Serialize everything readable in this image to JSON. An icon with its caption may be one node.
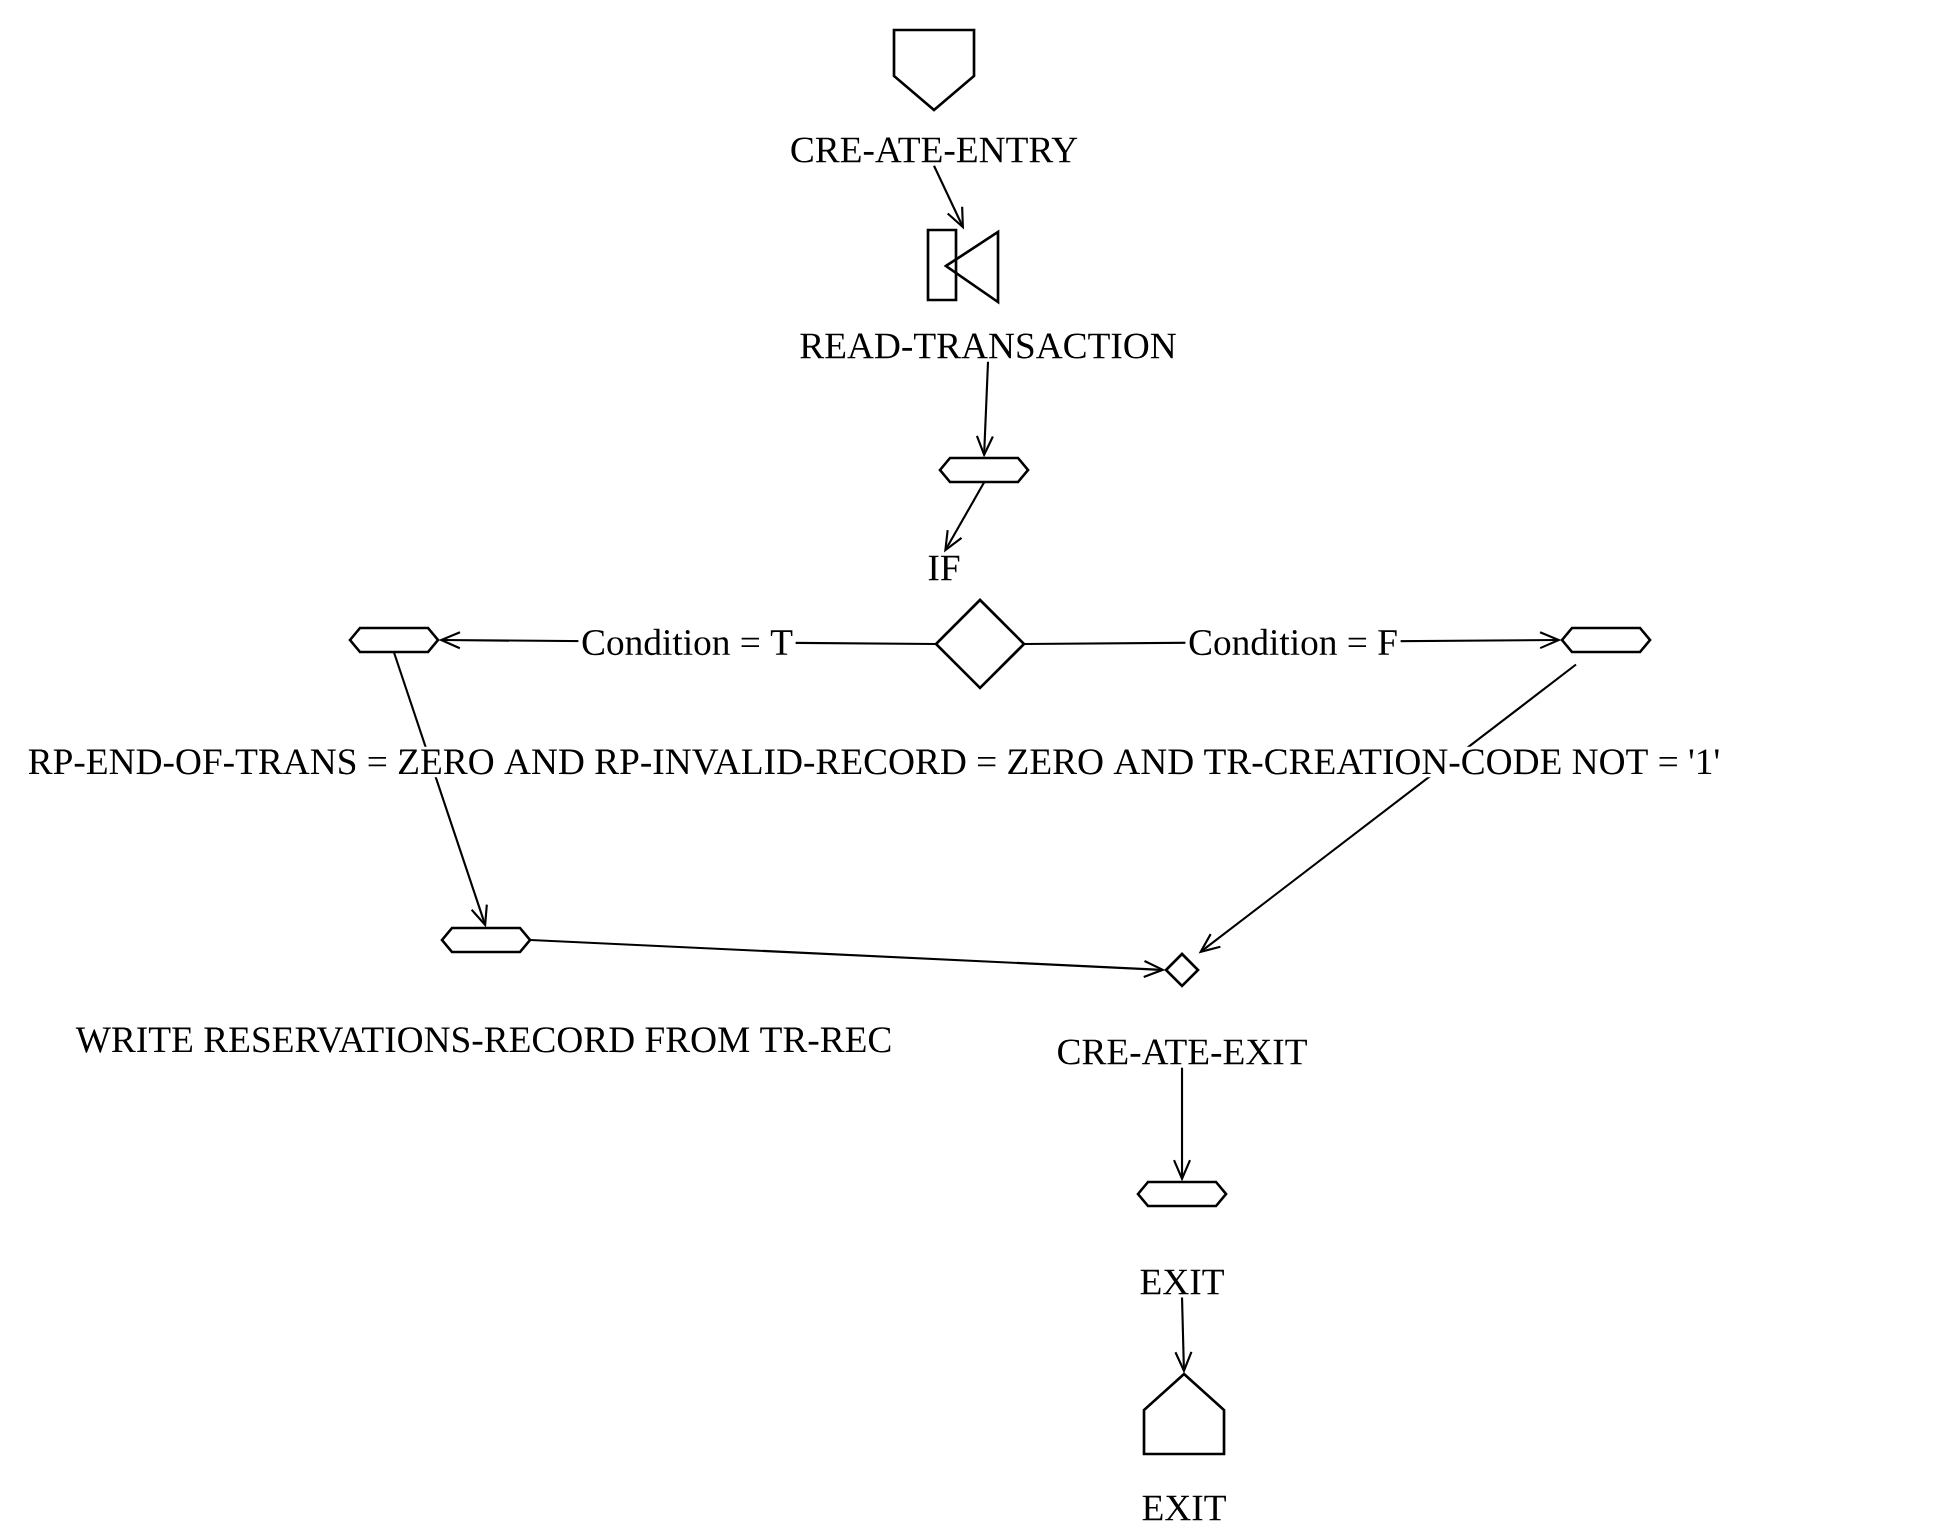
{
  "diagram": {
    "nodes": [
      {
        "text": [],
        "shape": "pentagon",
        "beside": [
          "CRE-ATE-ENTRY"
        ]
      },
      {
        "text": [],
        "shape": "picture",
        "beside": [
          "READ-TRANSACTION"
        ]
      },
      {
        "text": [],
        "shape": "hexagon"
      },
      {
        "text": [],
        "shape": "diamond",
        "beside": [
          "IF"
        ]
      },
      {
        "text": [],
        "shape": "hexagon"
      },
      {
        "text": [],
        "shape": "hexagon"
      },
      {
        "text": [],
        "shape": "hexagon",
        "beside": [
          "WRITE RESERVATIONS-RECORD FROM TR-REC"
        ]
      },
      {
        "text": [],
        "shape": "diamond",
        "beside": [
          "CRE-ATE-EXIT"
        ]
      },
      {
        "text": [],
        "shape": "hexagon",
        "beside": [
          "EXIT"
        ]
      },
      {
        "text": [],
        "shape": "pentagon",
        "beside": [
          "EXIT"
        ]
      }
    ],
    "edges": [
      {
        "from": 0,
        "to": 1,
        "arrow": "to"
      },
      {
        "from": 1,
        "to": 2,
        "arrow": "to"
      },
      {
        "from": 2,
        "to": 3,
        "arrow": "to"
      },
      {
        "from": 3,
        "to": 4,
        "arrow": "to",
        "label": "Condition = T"
      },
      {
        "from": 3,
        "to": 5,
        "arrow": "to",
        "label": "Condition = F"
      },
      {
        "from": 4,
        "to": 6,
        "arrow": "to"
      },
      {
        "from": 6,
        "to": 7,
        "arrow": "to"
      },
      {
        "from": 5,
        "to": 7,
        "arrow": "to"
      },
      {
        "from": 7,
        "to": 8,
        "arrow": "to"
      },
      {
        "from": 8,
        "to": 9,
        "arrow": "to"
      }
    ],
    "labels": [
      "RP-END-OF-TRANS = ZERO  AND RP-INVALID-RECORD = ZERO  AND TR-CREATION-CODE NOT = '1'"
    ]
  }
}
